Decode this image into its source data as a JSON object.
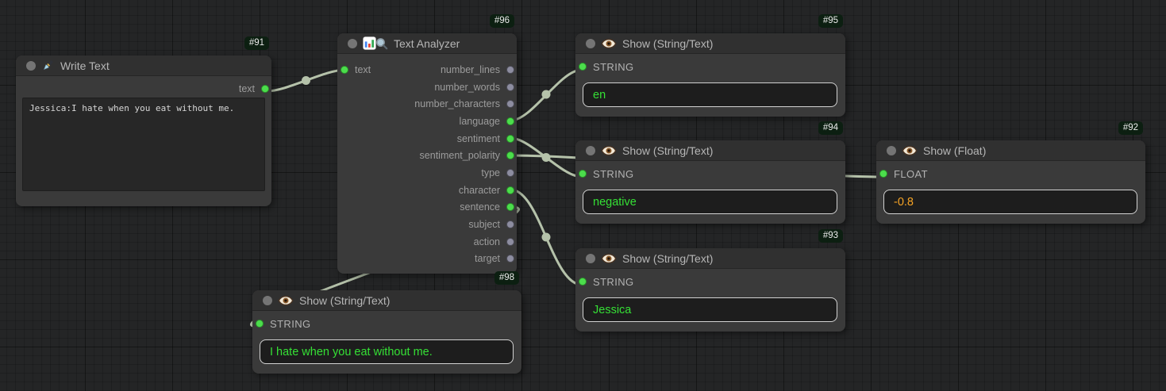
{
  "colors": {
    "canvas_bg": "#242526",
    "node_bg": "#3a3a3a",
    "title_bg": "#303030",
    "badge_bg": "#0c1f11",
    "wire": "#b5c2aa",
    "port_connected": "#4cdd4c",
    "port_unconnected": "#8d8da0",
    "value_green": "#35e035",
    "value_orange": "#f5a325"
  },
  "nodes": {
    "write_text": {
      "badge": "#91",
      "title": "Write Text",
      "icon": "pen-icon",
      "output_label": "text",
      "textarea_value": "Jessica:I hate when you eat without me."
    },
    "text_analyzer": {
      "badge": "#96",
      "title": "Text Analyzer",
      "icons": [
        "bar-chart-icon",
        "magnifier-icon"
      ],
      "input_label": "text",
      "outputs": [
        {
          "label": "number_lines",
          "connected": false
        },
        {
          "label": "number_words",
          "connected": false
        },
        {
          "label": "number_characters",
          "connected": false
        },
        {
          "label": "language",
          "connected": true
        },
        {
          "label": "sentiment",
          "connected": true
        },
        {
          "label": "sentiment_polarity",
          "connected": true
        },
        {
          "label": "type",
          "connected": false
        },
        {
          "label": "character",
          "connected": true
        },
        {
          "label": "sentence",
          "connected": true
        },
        {
          "label": "subject",
          "connected": false
        },
        {
          "label": "action",
          "connected": false
        },
        {
          "label": "target",
          "connected": false
        }
      ]
    },
    "show_language": {
      "badge": "#95",
      "title": "Show (String/Text)",
      "icon": "eye-icon",
      "slot_label": "STRING",
      "value": "en"
    },
    "show_sentiment": {
      "badge": "#94",
      "title": "Show (String/Text)",
      "icon": "eye-icon",
      "slot_label": "STRING",
      "value": "negative"
    },
    "show_polarity": {
      "badge": "#92",
      "title": "Show (Float)",
      "icon": "eye-icon",
      "slot_label": "FLOAT",
      "value": "-0.8"
    },
    "show_character": {
      "badge": "#93",
      "title": "Show (String/Text)",
      "icon": "eye-icon",
      "slot_label": "STRING",
      "value": "Jessica"
    },
    "show_sentence": {
      "badge": "#98",
      "title": "Show (String/Text)",
      "icon": "eye-icon",
      "slot_label": "STRING",
      "value": "I hate when you eat without me."
    }
  },
  "links": [
    {
      "from": "write_text.text",
      "to": "text_analyzer.text"
    },
    {
      "from": "text_analyzer.language",
      "to": "show_language.STRING"
    },
    {
      "from": "text_analyzer.sentiment",
      "to": "show_sentiment.STRING"
    },
    {
      "from": "text_analyzer.sentiment_polarity",
      "to": "show_polarity.FLOAT"
    },
    {
      "from": "text_analyzer.character",
      "to": "show_character.STRING"
    },
    {
      "from": "text_analyzer.sentence",
      "to": "show_sentence.STRING"
    }
  ]
}
